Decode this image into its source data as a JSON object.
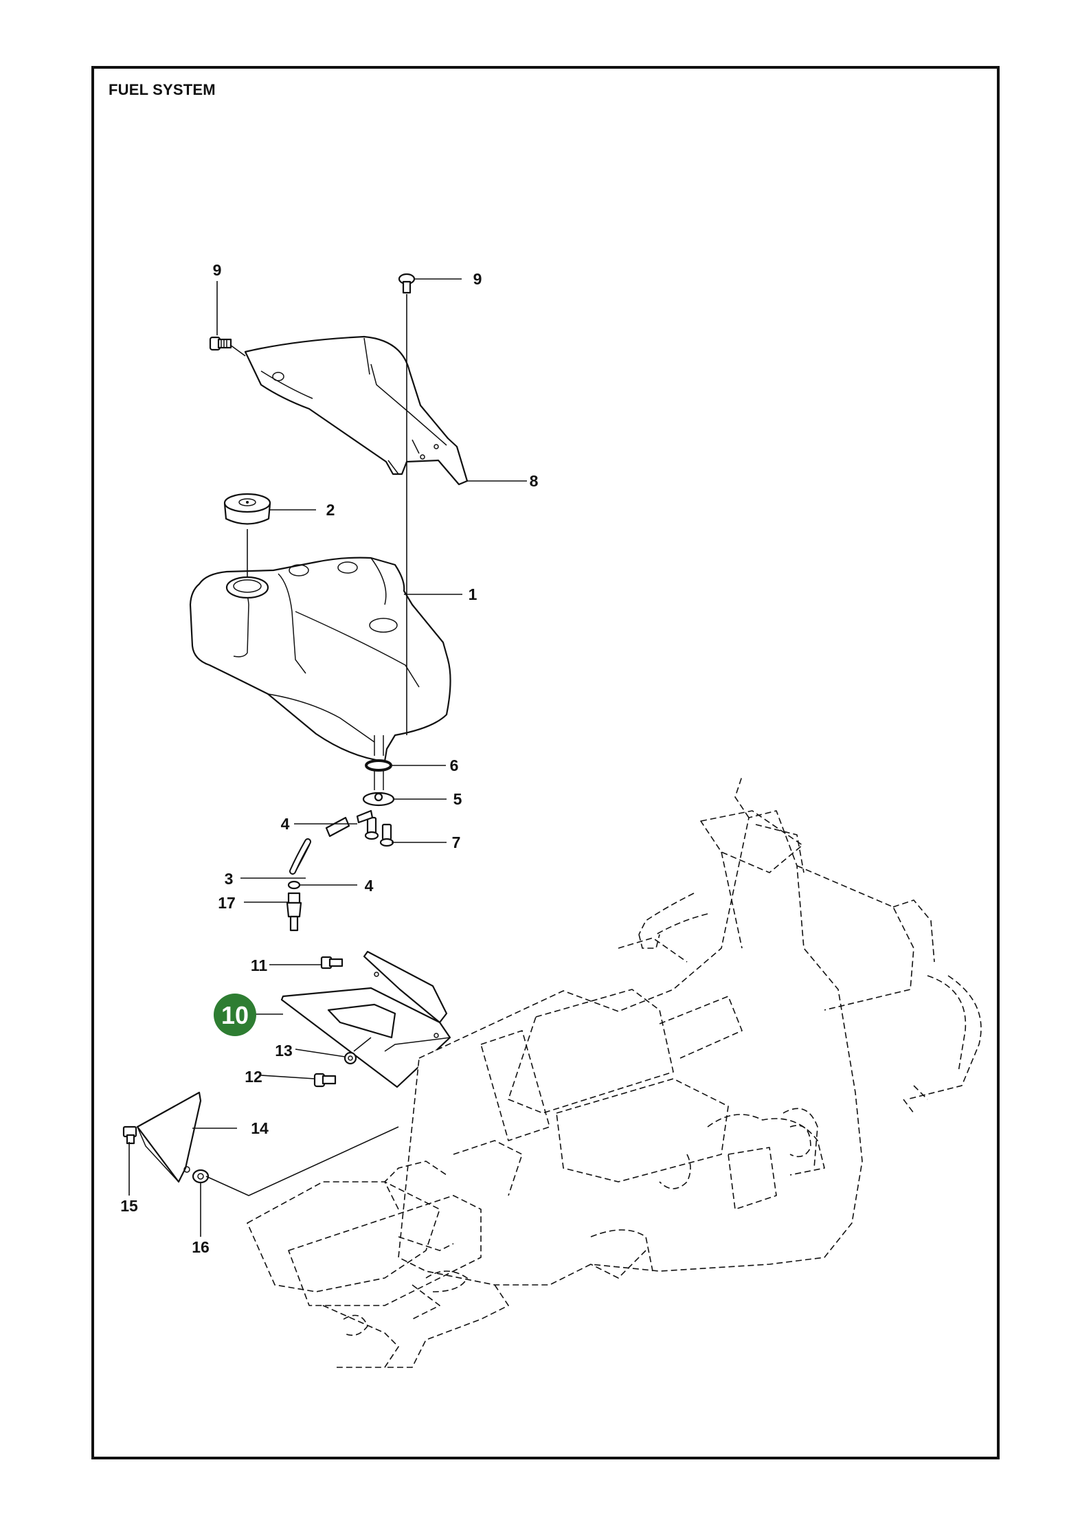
{
  "title": "FUEL SYSTEM",
  "highlight": {
    "label": "10",
    "color": "#2e7d32"
  },
  "callouts": {
    "c1": "1",
    "c2": "2",
    "c3": "3",
    "c4a": "4",
    "c4b": "4",
    "c5": "5",
    "c6": "6",
    "c7": "7",
    "c8": "8",
    "c9a": "9",
    "c9b": "9",
    "c11": "11",
    "c12": "12",
    "c13": "13",
    "c14": "14",
    "c15": "15",
    "c16": "16",
    "c17": "17"
  }
}
